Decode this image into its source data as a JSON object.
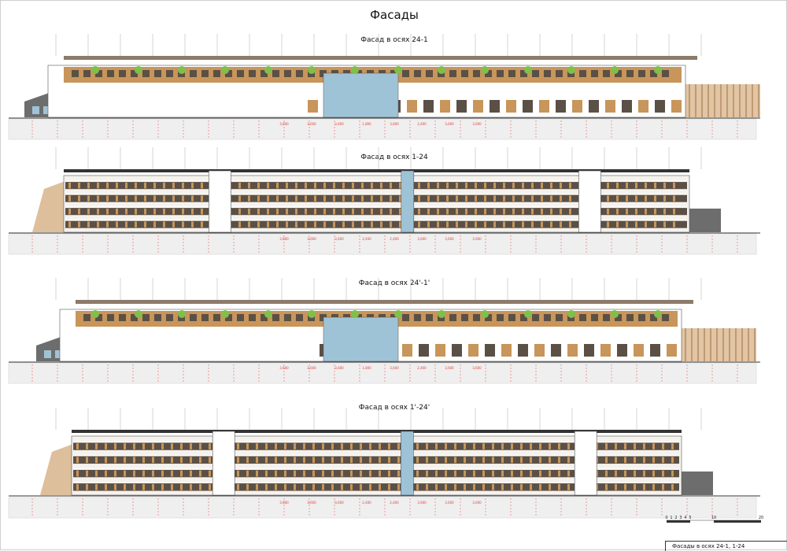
{
  "page": {
    "title": "Фасады"
  },
  "sections": [
    {
      "title": "Фасад в осях 24-1",
      "type": "wing",
      "dims": [
        "3,600",
        "3,600",
        "3,600",
        "1,800",
        "3,600",
        "2,400",
        "3,600",
        "3,600"
      ]
    },
    {
      "title": "Фасад в осях 1-24",
      "type": "block",
      "dims": [
        "3,600",
        "3,600",
        "3,600",
        "2,400",
        "2,400",
        "3,600",
        "3,600",
        "3,600"
      ]
    },
    {
      "title": "Фасад в осях 24'-1'",
      "type": "wing",
      "dims": [
        "3,600",
        "3,600",
        "3,600",
        "1,800",
        "3,600",
        "2,400",
        "3,600",
        "3,600"
      ]
    },
    {
      "title": "Фасад в осях 1'-24'",
      "type": "block",
      "dims": [
        "3,600",
        "3,600",
        "3,600",
        "2,400",
        "2,400",
        "3,600",
        "3,600",
        "3,600"
      ]
    }
  ],
  "scale": {
    "ticks": [
      "0",
      "1",
      "2",
      "3",
      "4",
      "5",
      "10",
      "20"
    ]
  },
  "sheet_label": "Фасады в осях 24-1, 1-24",
  "colors": {
    "wood": "#c8955a",
    "glass": "#9fc3d6",
    "roof": "#6d6d6d",
    "window_band": "#5a5046",
    "ground": "#f0efef",
    "green": "#7fbf4a",
    "dim_red": "#e04040"
  }
}
